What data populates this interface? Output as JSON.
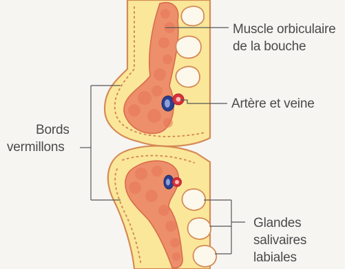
{
  "labels": {
    "muscle_line1": "Muscle orbiculaire",
    "muscle_line2": "de la bouche",
    "artery": "Artère et veine",
    "borders_line1": "Bords",
    "borders_line2": "vermillons",
    "glands_line1": "Glandes",
    "glands_line2": "salivaires",
    "glands_line3": "labiales"
  },
  "colors": {
    "background": "#f7f5f2",
    "skin_fill": "#fbe79a",
    "skin_outline": "#d48a55",
    "muscle": "#ec8f6a",
    "muscle_dark": "#d8684a",
    "vein": "#2b3f8f",
    "artery": "#d8313a",
    "gland_fill": "#fdf8ec",
    "gland_outline": "#d48a55",
    "leader_line": "#555555",
    "text": "#4a4a4a"
  }
}
